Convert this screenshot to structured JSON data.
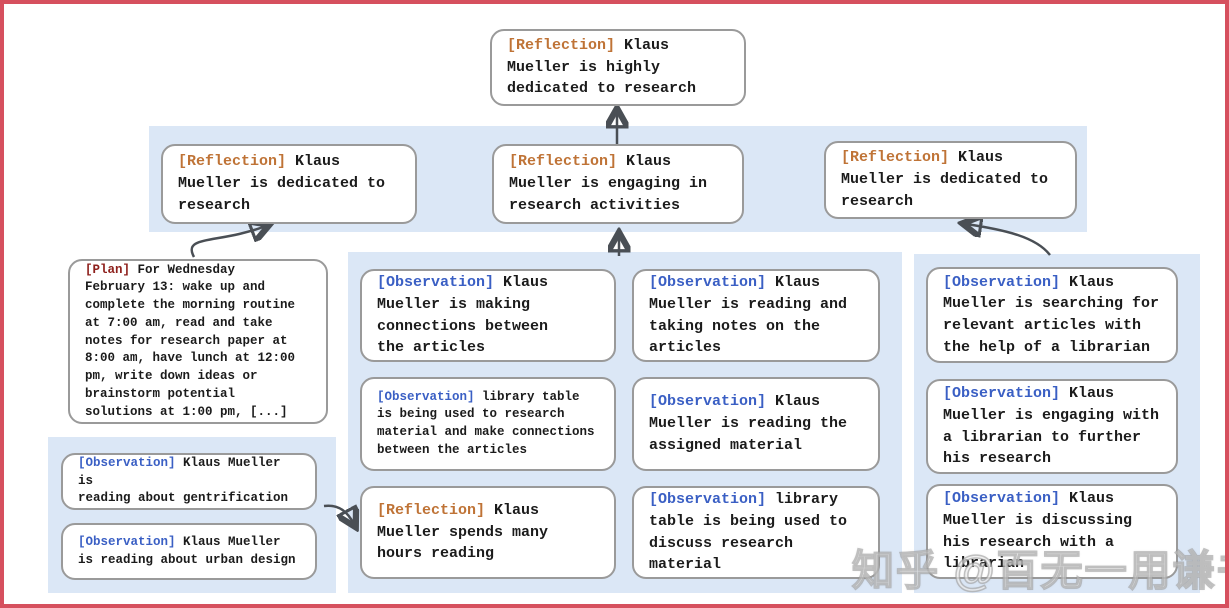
{
  "watermark": {
    "text": "知乎 @百无一用谦书生"
  },
  "colors": {
    "frame_border": "#d6505e",
    "band_background": "#dbe7f6",
    "box_border": "#9a9a9a",
    "text": "#1b1b1b",
    "reflection_tag": "#bf7336",
    "plan_tag": "#8e201c",
    "observation_tag": "#3a5fc4",
    "arrow": "#4a4f55"
  },
  "nodes": {
    "top_reflection": {
      "tag": "[Reflection]",
      "text": " Klaus\nMueller is highly\ndedicated to research"
    },
    "refl_left": {
      "tag": "[Reflection]",
      "text": " Klaus\nMueller is dedicated to\nresearch"
    },
    "refl_mid": {
      "tag": "[Reflection]",
      "text": " Klaus\nMueller is engaging in\nresearch activities"
    },
    "refl_right": {
      "tag": "[Reflection]",
      "text": " Klaus\nMueller is dedicated to\nresearch"
    },
    "plan": {
      "tag": "[Plan]",
      "text": " For Wednesday\nFebruary 13: wake up and\ncomplete the morning routine\nat 7:00 am, read and take\nnotes for research paper at\n8:00 am, have lunch at 12:00\npm, write down ideas or\nbrainstorm potential\nsolutions at 1:00 pm, [...]"
    },
    "obs_gentrification": {
      "tag": "[Observation]",
      "text": " Klaus Mueller is\nreading about gentrification"
    },
    "obs_urban_design": {
      "tag": "[Observation]",
      "text": " Klaus Mueller\nis reading about urban design"
    },
    "obs_connections": {
      "tag": "[Observation]",
      "text": " Klaus\nMueller is making\nconnections between\nthe articles"
    },
    "obs_library_research": {
      "tag": "[Observation]",
      "text": " library table\nis being used to research\nmaterial and make connections\nbetween the articles"
    },
    "refl_hours_reading": {
      "tag": "[Reflection]",
      "text": " Klaus\nMueller spends many\nhours reading"
    },
    "obs_taking_notes": {
      "tag": "[Observation]",
      "text": " Klaus\nMueller is reading and\ntaking notes on the\narticles"
    },
    "obs_assigned_material": {
      "tag": "[Observation]",
      "text": " Klaus\nMueller is reading the\nassigned material"
    },
    "obs_library_discuss": {
      "tag": "[Observation]",
      "text": " library\ntable is being used to\ndiscuss research material"
    },
    "obs_searching": {
      "tag": "[Observation]",
      "text": " Klaus\nMueller is searching for\nrelevant articles with\nthe help of a librarian"
    },
    "obs_engaging": {
      "tag": "[Observation]",
      "text": " Klaus\nMueller is engaging with\na librarian to further\nhis research"
    },
    "obs_discussing": {
      "tag": "[Observation]",
      "text": " Klaus\nMueller is discussing\nhis research with a\nlibrarian"
    }
  }
}
